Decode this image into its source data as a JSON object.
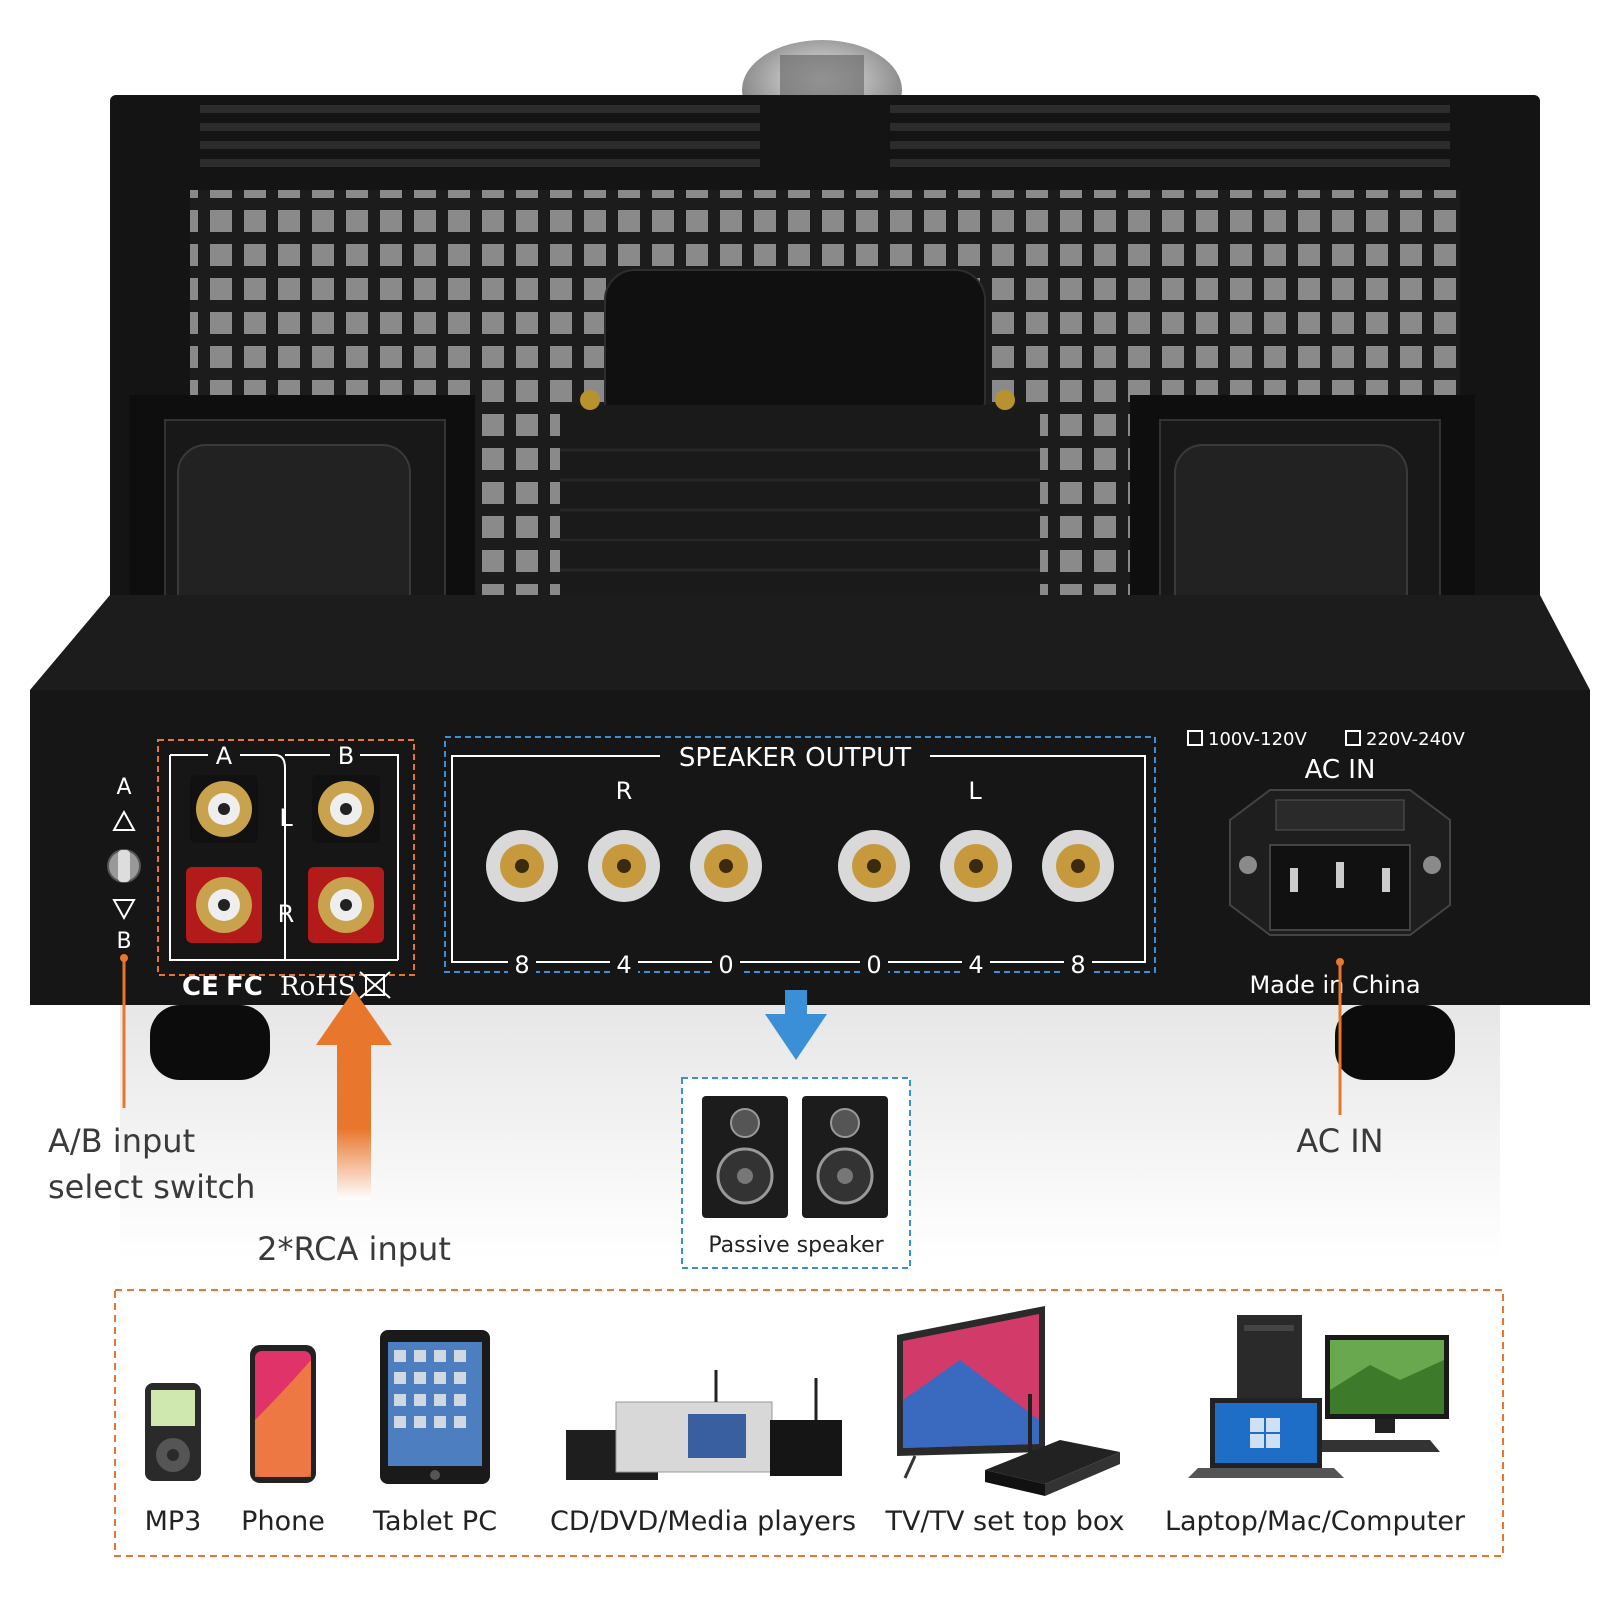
{
  "panel": {
    "switch_top": "A",
    "switch_bottom": "B",
    "rca_col_a": "A",
    "rca_col_b": "B",
    "rca_row_l": "L",
    "rca_row_r": "R",
    "speaker_title": "SPEAKER OUTPUT",
    "speaker_right": "R",
    "speaker_left": "L",
    "impedance": [
      "8",
      "4",
      "0",
      "0",
      "4",
      "8"
    ],
    "voltage_1": "100V-120V",
    "voltage_2": "220V-240V",
    "ac_label": "AC IN",
    "made_in": "Made in China",
    "certs": [
      "CE",
      "FC",
      "RoHS"
    ]
  },
  "callouts": {
    "ab_switch_line1": "A/B input",
    "ab_switch_line2": "select switch",
    "rca_input": "2*RCA input",
    "passive_speaker": "Passive speaker",
    "ac_in": "AC IN"
  },
  "devices": [
    "MP3",
    "Phone",
    "Tablet PC",
    "CD/DVD/Media players",
    "TV/TV set top box",
    "Laptop/Mac/Computer"
  ],
  "colors": {
    "orange": "#e8762c",
    "blue": "#3a8fd6",
    "chassis": "#161616"
  }
}
